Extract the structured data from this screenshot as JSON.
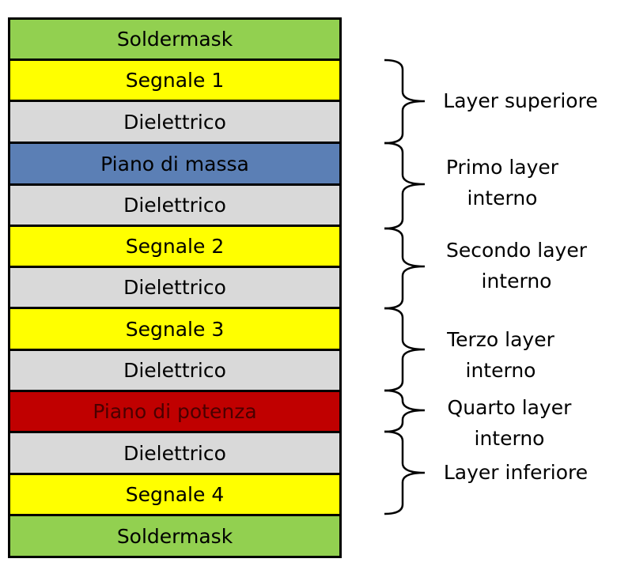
{
  "stack": {
    "layers": [
      {
        "label": "Soldermask",
        "color": "#92d050",
        "text_color": "#000000"
      },
      {
        "label": "Segnale 1",
        "color": "#ffff00",
        "text_color": "#000000"
      },
      {
        "label": "Dielettrico",
        "color": "#d9d9d9",
        "text_color": "#000000"
      },
      {
        "label": "Piano di massa",
        "color": "#5b7fb5",
        "text_color": "#000000"
      },
      {
        "label": "Dielettrico",
        "color": "#d9d9d9",
        "text_color": "#000000"
      },
      {
        "label": "Segnale 2",
        "color": "#ffff00",
        "text_color": "#000000"
      },
      {
        "label": "Dielettrico",
        "color": "#d9d9d9",
        "text_color": "#000000"
      },
      {
        "label": "Segnale 3",
        "color": "#ffff00",
        "text_color": "#000000"
      },
      {
        "label": "Dielettrico",
        "color": "#d9d9d9",
        "text_color": "#000000"
      },
      {
        "label": "Piano di potenza",
        "color": "#c00000",
        "text_color": "#4a0000"
      },
      {
        "label": "Dielettrico",
        "color": "#d9d9d9",
        "text_color": "#000000"
      },
      {
        "label": "Segnale 4",
        "color": "#ffff00",
        "text_color": "#000000"
      },
      {
        "label": "Soldermask",
        "color": "#92d050",
        "text_color": "#000000"
      }
    ]
  },
  "groups": [
    {
      "lines": [
        "Layer superiore"
      ]
    },
    {
      "lines": [
        "Primo layer",
        "interno"
      ]
    },
    {
      "lines": [
        "Secondo layer",
        "interno"
      ]
    },
    {
      "lines": [
        "Terzo layer",
        "interno"
      ]
    },
    {
      "lines": [
        "Quarto layer",
        "interno"
      ]
    },
    {
      "lines": [
        "Layer inferiore"
      ]
    }
  ]
}
